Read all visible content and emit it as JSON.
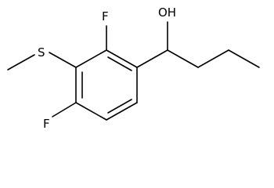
{
  "structure": {
    "atom_labels": {
      "fluorine_top": "F",
      "fluorine_bottom": "F",
      "sulfur": "S",
      "hydroxyl": "OH"
    },
    "colors": {
      "ink": "#000000",
      "background": "#ffffff"
    }
  }
}
